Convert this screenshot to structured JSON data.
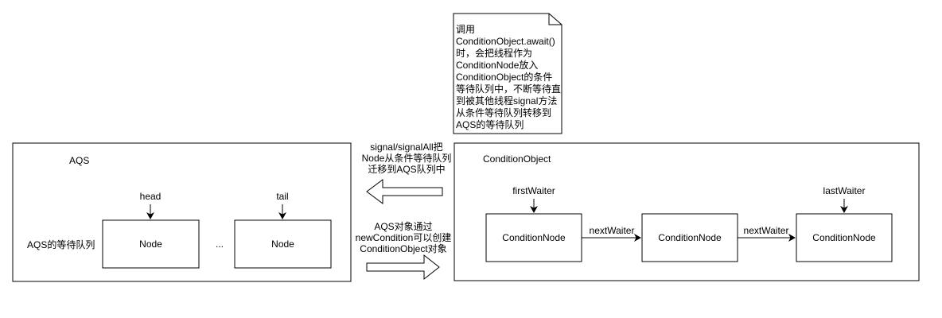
{
  "note": {
    "lines": [
      "调用",
      "ConditionObject.await()",
      "时，会把线程作为",
      "ConditionNode放入",
      "ConditionObject的条件",
      "等待队列中，不断等待直",
      "到被其他线程signal方法",
      "从条件等待队列转移到",
      "AQS的等待队列"
    ]
  },
  "aqs": {
    "title": "AQS",
    "queue_label": "AQS的等待队列",
    "head_label": "head",
    "tail_label": "tail",
    "node_label": "Node",
    "ellipsis": "..."
  },
  "signal_arrow": {
    "lines": [
      "signal/signalAll把",
      "Node从条件等待队列",
      "迁移到AQS队列中"
    ]
  },
  "new_condition_arrow": {
    "lines": [
      "AQS对象通过",
      "newCondition可以创建",
      "ConditionObject对象"
    ]
  },
  "condition_object": {
    "title": "ConditionObject",
    "first_waiter_label": "firstWaiter",
    "last_waiter_label": "lastWaiter",
    "next_waiter_label": "nextWaiter",
    "node_label": "ConditionNode"
  }
}
